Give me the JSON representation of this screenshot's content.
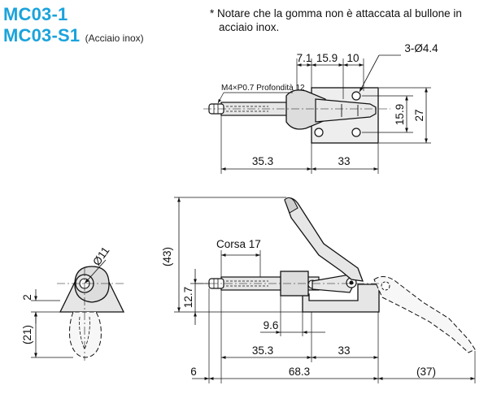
{
  "header": {
    "model_1": "MC03-1",
    "model_2": "MC03-S1",
    "model_2_suffix": "(Acciaio inox)",
    "note_line_1": "* Notare che la gomma non è attaccata al bullone in",
    "note_line_2": "acciaio inox."
  },
  "top_view": {
    "dims": {
      "d_7_1": "7.1",
      "d_15_9_top": "15.9",
      "d_10": "10",
      "holes": "3-Ø4.4",
      "thread": "M4×P0.7 Profondità 12",
      "d_15_9_right": "15.9",
      "d_27": "27",
      "d_35_3": "35.3",
      "d_33": "33"
    }
  },
  "side_view": {
    "dims": {
      "d_43": "(43)",
      "stroke": "Corsa 17",
      "d_12_7": "12.7",
      "d_9_6": "9.6",
      "d_35_3": "35.3",
      "d_33": "33",
      "d_6": "6",
      "d_68_3": "68.3",
      "d_37": "(37)"
    }
  },
  "end_view": {
    "dims": {
      "d_11": "Ø11",
      "d_2": "2",
      "d_21": "(21)"
    }
  }
}
